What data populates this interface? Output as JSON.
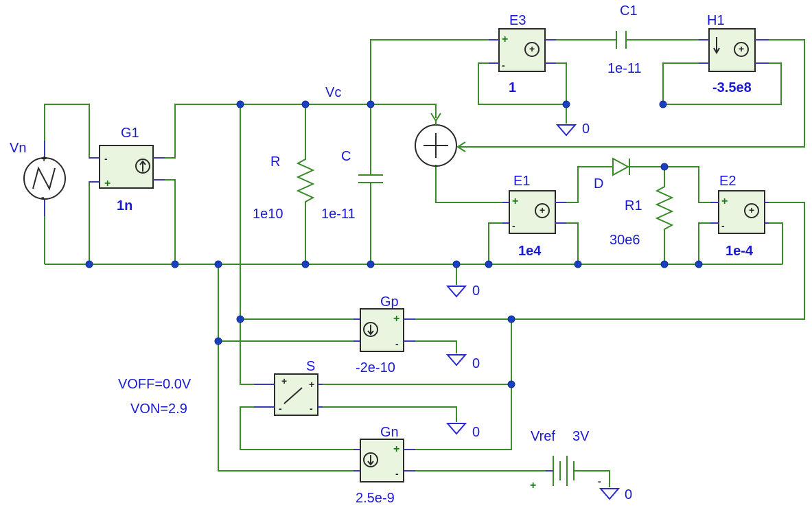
{
  "net_labels": {
    "vc": "Vc"
  },
  "ground_label": "0",
  "components": {
    "vn": {
      "name": "Vn"
    },
    "g1": {
      "name": "G1",
      "value": "1n"
    },
    "r": {
      "name": "R",
      "value": "1e10"
    },
    "c": {
      "name": "C",
      "value": "1e-11"
    },
    "e3": {
      "name": "E3",
      "value": "1"
    },
    "c1": {
      "name": "C1",
      "value": "1e-11"
    },
    "h1": {
      "name": "H1",
      "value": "-3.5e8"
    },
    "e1": {
      "name": "E1",
      "value": "1e4"
    },
    "d": {
      "name": "D"
    },
    "r1": {
      "name": "R1",
      "value": "30e6"
    },
    "e2": {
      "name": "E2",
      "value": "1e-4"
    },
    "gp": {
      "name": "Gp",
      "value": "-2e-10"
    },
    "s": {
      "name": "S",
      "voff": "VOFF=0.0V",
      "von": "VON=2.9"
    },
    "gn": {
      "name": "Gn",
      "value": "2.5e-9"
    },
    "vref": {
      "name": "Vref",
      "value": "3V"
    }
  },
  "colors": {
    "wire": "#3a8a2a",
    "pin": "#3a3ab0",
    "label": "#1a1ad0",
    "junction": "#1a3fc0",
    "box_fill": "#e9f5df"
  }
}
